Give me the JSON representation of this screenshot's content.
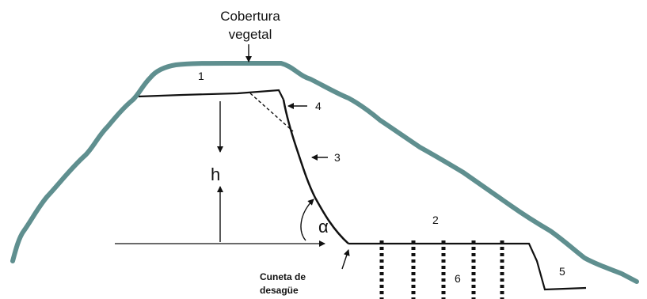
{
  "title_line1": "Cobertura",
  "title_line2": "vegetal",
  "label_1": "1",
  "label_2": "2",
  "label_3": "3",
  "label_4": "4",
  "label_5": "5",
  "label_6": "6",
  "height_label": "h",
  "angle_label": "α",
  "drain_line1": "Cuneta de",
  "drain_line2": "desagüe",
  "colors": {
    "vegetation": "#5f8f8f",
    "lines": "#111111"
  }
}
